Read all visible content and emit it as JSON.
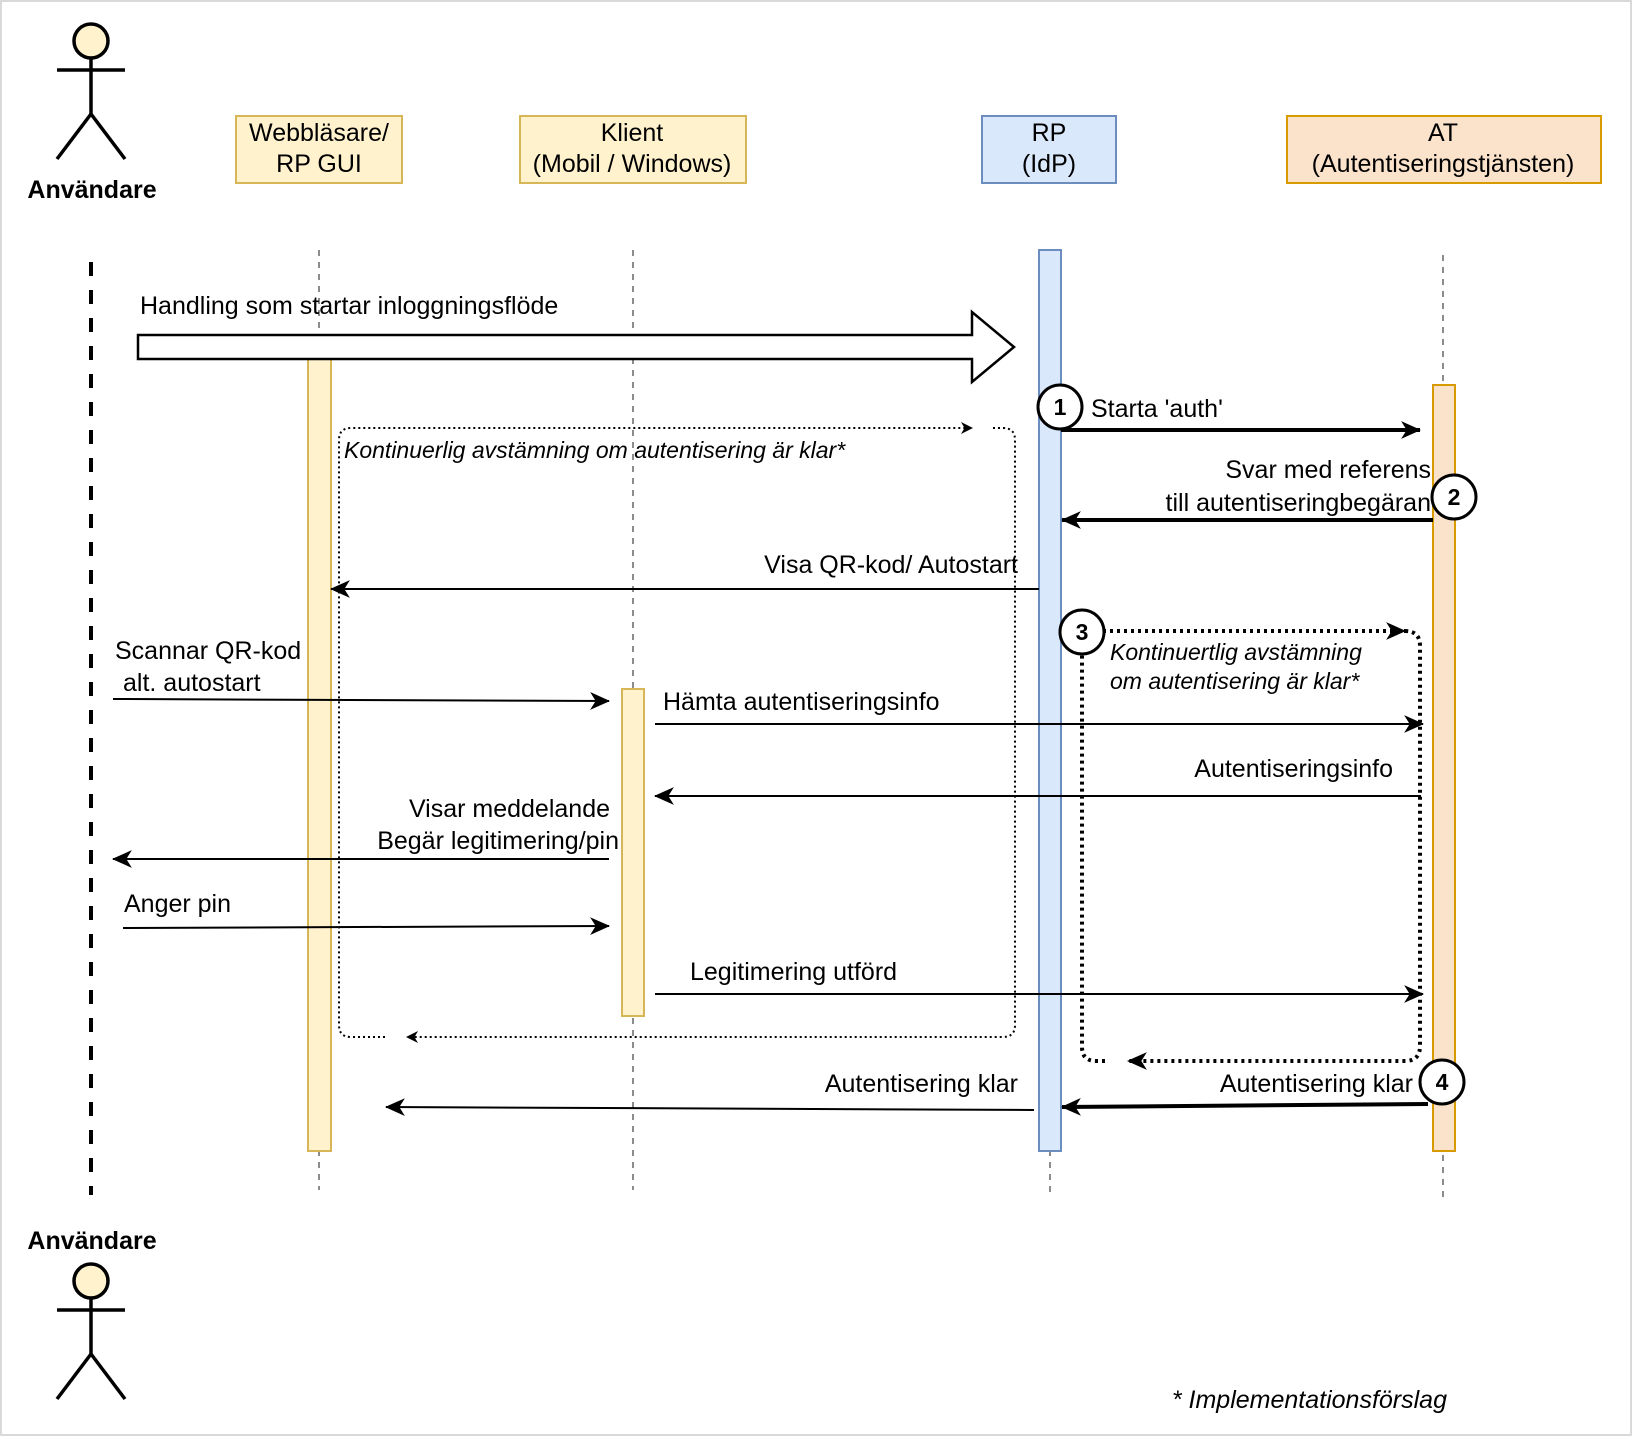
{
  "colors": {
    "participant_yellow_fill": "#fff2cc",
    "participant_yellow_stroke": "#d6b656",
    "participant_blue_fill": "#dae8fc",
    "participant_blue_stroke": "#6c8ebf",
    "participant_orange_fill": "#fae2cb",
    "participant_orange_stroke": "#d79b00",
    "actor_fill": "#fff2cc",
    "line": "#000000"
  },
  "actors": {
    "top_label": "Användare",
    "bottom_label": "Användare"
  },
  "participants": [
    {
      "id": "browser",
      "line1": "Webbläsare/",
      "line2": "RP GUI"
    },
    {
      "id": "client",
      "line1": "Klient",
      "line2": "(Mobil / Windows)"
    },
    {
      "id": "rp",
      "line1": "RP",
      "line2": "(IdP)"
    },
    {
      "id": "at",
      "line1": "AT",
      "line2": "(Autentiseringstjänsten)"
    }
  ],
  "messages": {
    "start_flow": "Handling som startar inloggningsflöde",
    "start_auth": "Starta 'auth'",
    "reply_ref_1": "Svar med referens",
    "reply_ref_2": "till autentiseringbegäran",
    "show_qr": "Visa QR-kod/ Autostart",
    "scan_qr_1": "Scannar QR-kod",
    "scan_qr_2": "alt. autostart",
    "fetch_info": "Hämta autentiseringsinfo",
    "auth_info": "Autentiseringsinfo",
    "show_msg_1": "Visar meddelande",
    "show_msg_2": "Begär legitimering/pin",
    "enter_pin": "Anger pin",
    "legit_done": "Legitimering utförd",
    "auth_done_left": "Autentisering klar",
    "auth_done_right": "Autentisering klar"
  },
  "loops": {
    "left_loop": "Kontinuerlig avstämning om autentisering är klar*",
    "right_loop_1": "Kontinuertlig avstämning",
    "right_loop_2": "om autentisering är klar*"
  },
  "step_numbers": [
    "1",
    "2",
    "3",
    "4"
  ],
  "footnote": "* Implementationsförslag"
}
